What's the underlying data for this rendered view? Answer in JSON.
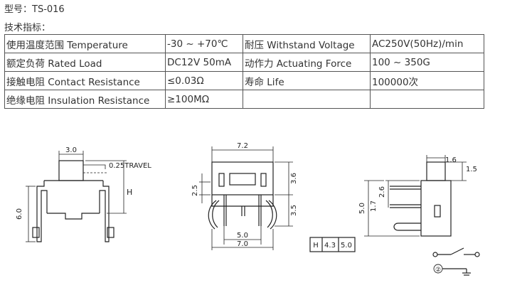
{
  "header": {
    "model": "型号：TS-016",
    "specs_title": "技术指标："
  },
  "spec_table": {
    "rows": [
      [
        "使用温度范围 Temperature",
        "-30 ~ +70℃",
        "耐压 Withstand Voltage",
        "AC250V(50Hz)/min"
      ],
      [
        "额定负荷 Rated Load",
        "DC12V 50mA",
        "动作力 Actuating Force",
        "100 ~ 350G"
      ],
      [
        "接触电阻 Contact Resistance",
        "≤0.03Ω",
        "寿命 Life",
        "100000次"
      ],
      [
        "绝缘电阻 Insulation Resistance",
        "≥100MΩ",
        "",
        ""
      ]
    ]
  },
  "drawing": {
    "front": {
      "width": "3.0",
      "travel": "0.25TRAVEL",
      "h_label": "H",
      "height": "6.0"
    },
    "top": {
      "width": "7.2",
      "dim_3_6": "3.6",
      "dim_3_5": "3.5",
      "dim_2_5": "2.5",
      "pitch": "5.0",
      "span": "7.0"
    },
    "h_table": {
      "label": "H",
      "values": [
        "4.3",
        "5.0"
      ]
    },
    "side": {
      "dim_1_6": "1.6",
      "dim_1_5": "1.5",
      "dim_2_6": "2.6",
      "dim_5_0": "5.0",
      "dim_1_7": "1.7"
    },
    "schematic": {
      "pin2": "②"
    }
  }
}
